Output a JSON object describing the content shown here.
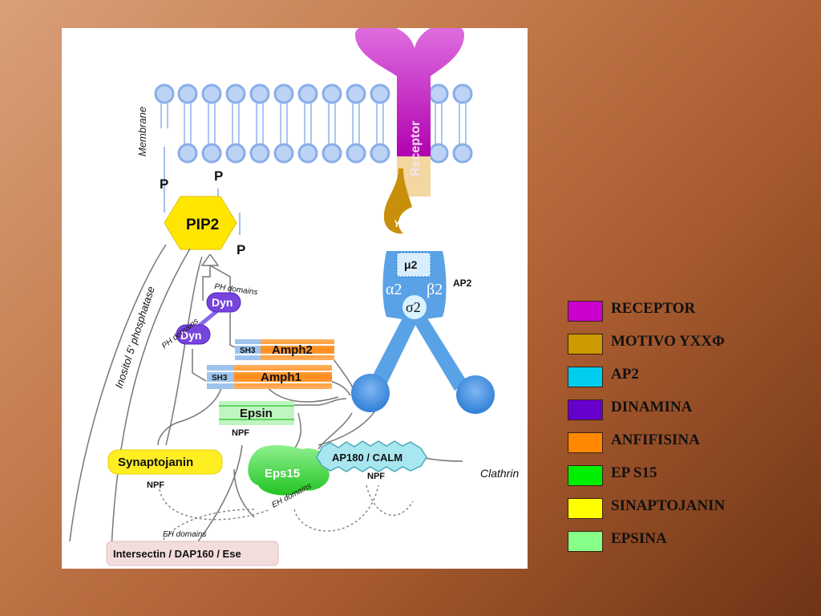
{
  "diagram": {
    "membrane_label": "Membrane",
    "receptor_label": "Receptor",
    "yx_label": "Yx",
    "p_label": "P",
    "pip2_label": "PIP2",
    "inositol_label": "Inositol 5' phosphatase",
    "ph_domains_label": "PH domains",
    "dyn_label": "Dyn",
    "sh3_label": "SH3",
    "amph2_label": "Amph2",
    "amph1_label": "Amph1",
    "epsin_label": "Epsin",
    "npf_label": "NPF",
    "synaptojanin_label": "Synaptojanin",
    "eps15_label": "Eps15",
    "eh_domains_label": "EH domains",
    "ap180_label": "AP180 / CALM",
    "clathrin_label": "Clathrin",
    "intersectin_label": "Intersectin / DAP160 / Ese",
    "mu2_label": "μ2",
    "alpha2_label": "α2",
    "beta2_label": "β2",
    "sigma2_label": "σ2",
    "ap2_label": "AP2"
  },
  "legend": {
    "items": [
      {
        "label": "RECEPTOR",
        "color": "#cc00cc"
      },
      {
        "label": "MOTIVO YXXΦ",
        "color": "#cc9900"
      },
      {
        "label": "AP2",
        "color": "#00ccee"
      },
      {
        "label": "DINAMINA",
        "color": "#6600cc"
      },
      {
        "label": "ANFIFISINA",
        "color": "#ff8800"
      },
      {
        "label": "EP S15",
        "color": "#00ee00"
      },
      {
        "label": "SINAPTOJANIN",
        "color": "#ffff00"
      },
      {
        "label": "EPSINA",
        "color": "#88ff88"
      }
    ]
  }
}
